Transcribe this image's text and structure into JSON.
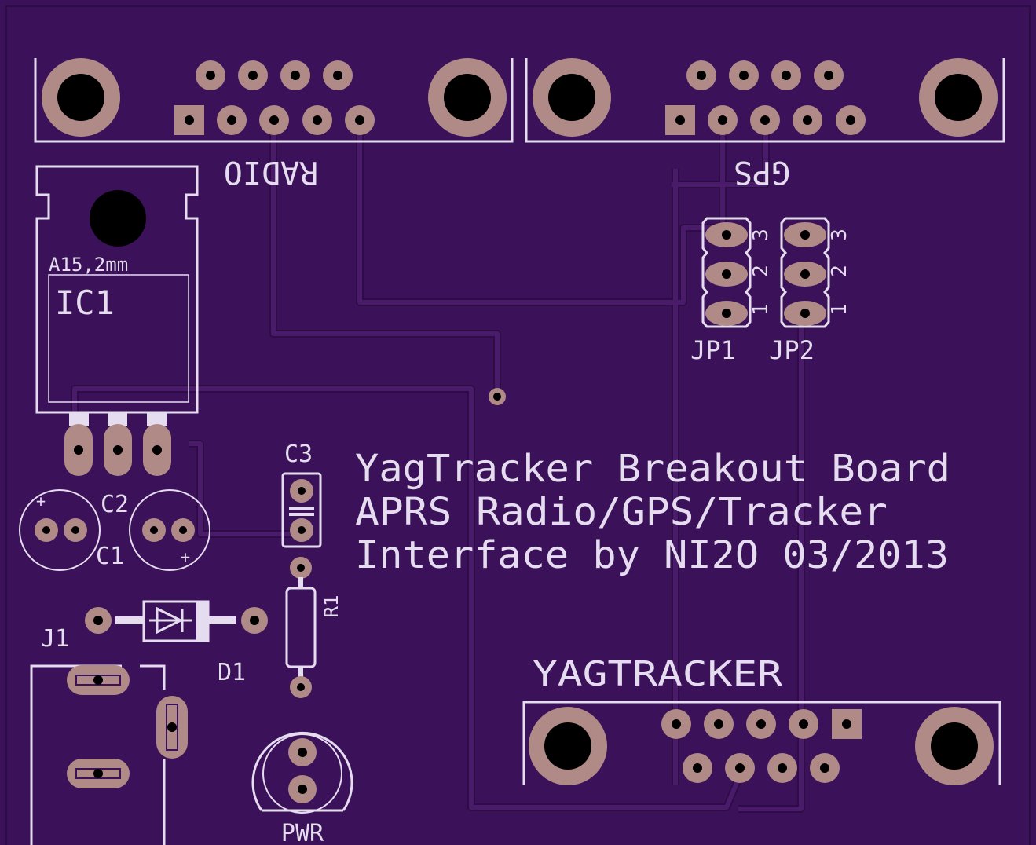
{
  "board": {
    "fill_color": "#3b1259",
    "trace_color": "#4a1a6b",
    "pad_color": "#b08a86",
    "silk_color": "#e6dcef",
    "drill_color": "#000000"
  },
  "title_lines": [
    "YagTracker Breakout Board",
    "APRS Radio/GPS/Tracker",
    "Interface by NI2O 03/2013"
  ],
  "connectors": {
    "radio": "RADIO",
    "gps": "GPS",
    "yagtracker": "YAGTRACKER"
  },
  "components": {
    "ic1": "IC1",
    "ic1_package": "A15,2mm",
    "c1": "C1",
    "c2": "C2",
    "c3": "C3",
    "r1": "R1",
    "d1": "D1",
    "j1": "J1",
    "pwr": "PWR",
    "jp1": "JP1",
    "jp2": "JP2",
    "pin_1": "1",
    "pin_2": "2",
    "pin_3": "3",
    "plus": "+"
  }
}
